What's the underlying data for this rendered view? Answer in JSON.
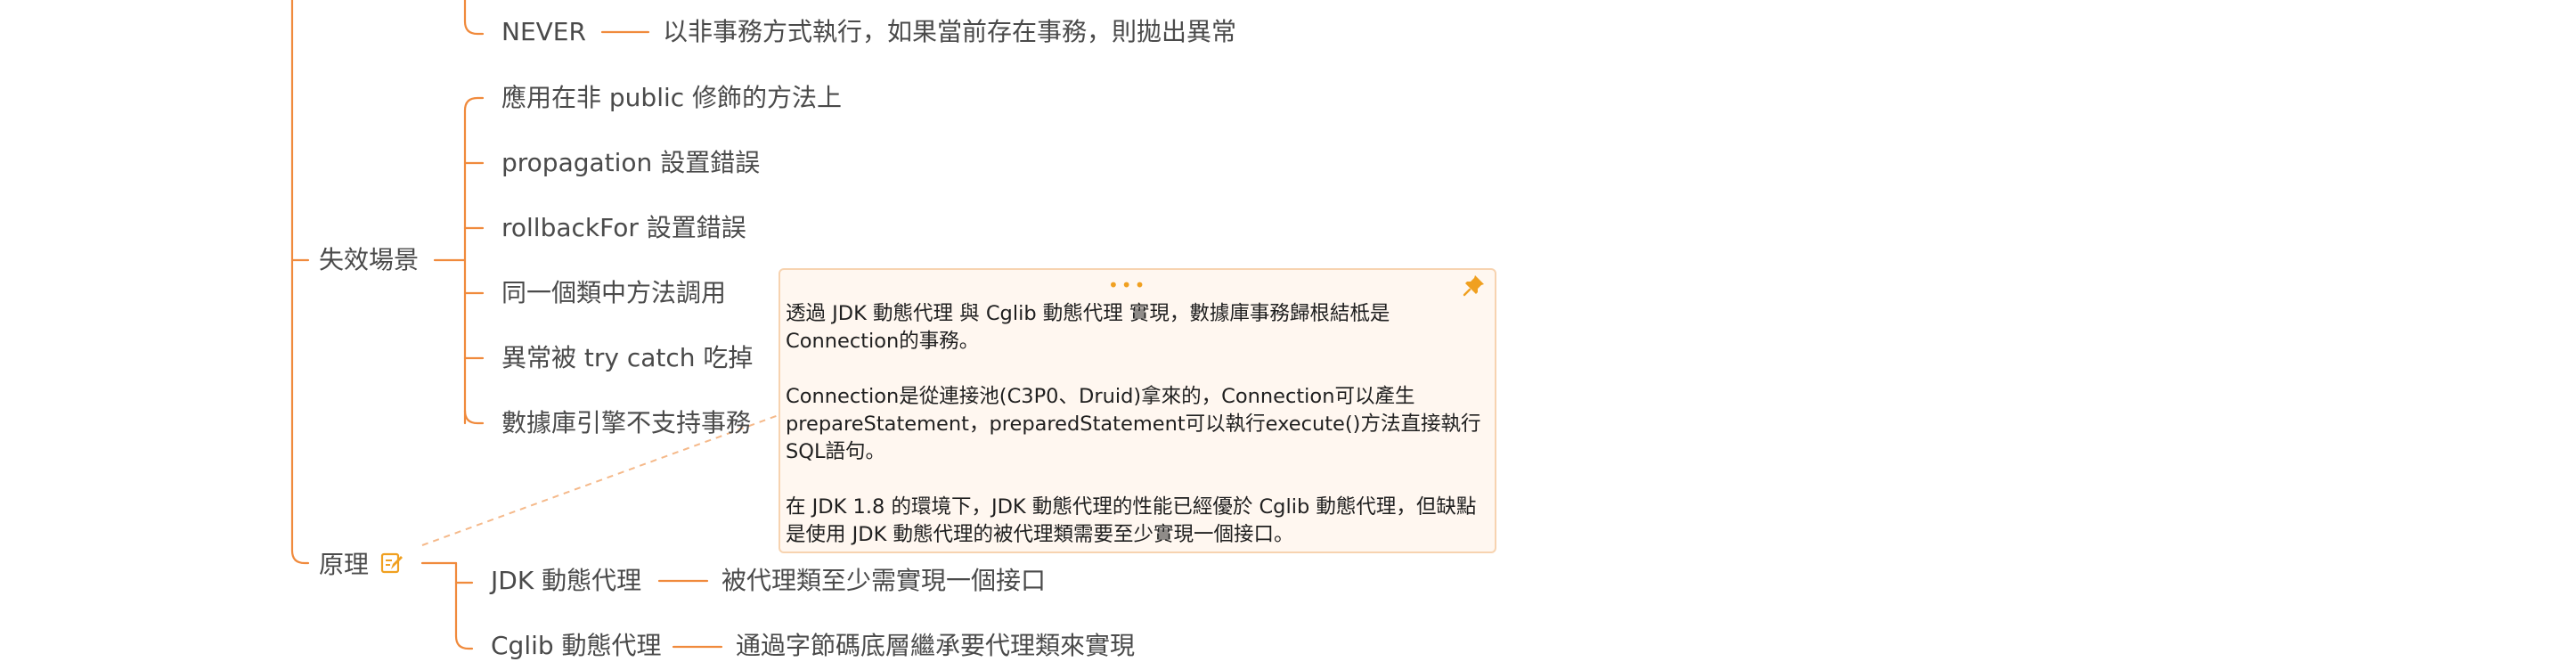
{
  "colors": {
    "branch_line": "#f08a3c",
    "note_link": "#f5b98a",
    "text": "#4a4a4a",
    "note_bg": "#fff7f0",
    "note_border": "#f7d3b0",
    "accent": "#f0a020"
  },
  "never": {
    "label": "NEVER",
    "desc": "以非事務方式執行，如果當前存在事務，則拋出異常"
  },
  "failure": {
    "label": "失效場景",
    "items": [
      "應用在非 public 修飾的方法上",
      "propagation 設置錯誤",
      "rollbackFor 設置錯誤",
      "同一個類中方法調用",
      "異常被 try catch 吃掉",
      "數據庫引擎不支持事務"
    ]
  },
  "principle": {
    "label": "原理",
    "icon": "note-edit-icon",
    "children": [
      {
        "label": "JDK 動態代理",
        "desc": "被代理類至少需實現一個接口"
      },
      {
        "label": "Cglib 動態代理",
        "desc": "通過字節碼底層繼承要代理類來實現"
      }
    ]
  },
  "note": {
    "dots": "•••",
    "icon": "pin-icon",
    "paragraphs": [
      "透過 JDK 動態代理 與 Cglib 動態代理 實現，數據庫事務歸根結柢是Connection的事務。",
      "Connection是從連接池(C3P0、Druid)拿來的，Connection可以產生prepareStatement，preparedStatement可以執行execute()方法直接執行SQL語句。",
      "在 JDK 1.8 的環境下，JDK 動態代理的性能已經優於 Cglib 動態代理，但缺點是使用 JDK 動態代理的被代理類需要至少實現一個接口。"
    ]
  }
}
